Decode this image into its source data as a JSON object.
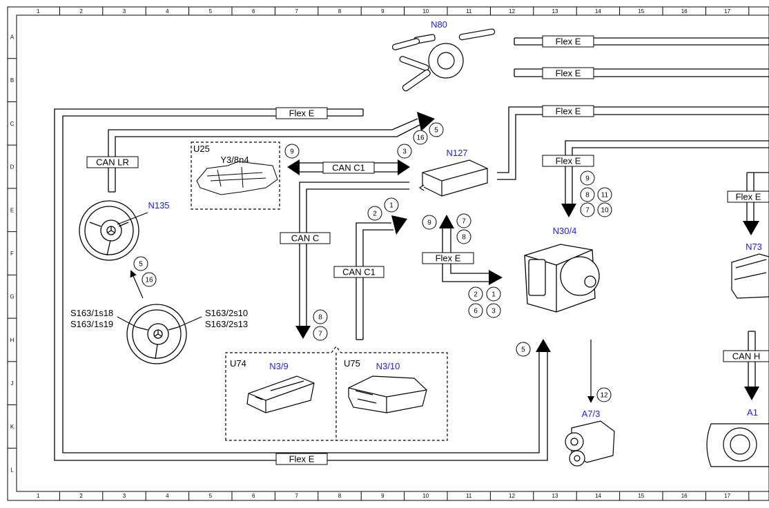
{
  "grid": {
    "columns": [
      "1",
      "2",
      "3",
      "4",
      "5",
      "6",
      "7",
      "8",
      "9",
      "10",
      "11",
      "12",
      "13",
      "14",
      "15",
      "16",
      "17"
    ],
    "rows": [
      "A",
      "B",
      "C",
      "D",
      "E",
      "F",
      "G",
      "H",
      "J",
      "K",
      "L"
    ]
  },
  "components": {
    "n80": "N80",
    "n127": "N127",
    "n135": "N135",
    "n30_4": "N30/4",
    "n73": "N73",
    "a7_3": "A7/3",
    "a1": "A1",
    "n3_9": "N3/9",
    "n3_10": "N3/10",
    "u25": "U25",
    "u74": "U74",
    "u75": "U75",
    "y3_8n4": "Y3/8n4",
    "s163_1s18": "S163/1s18",
    "s163_1s19": "S163/1s19",
    "s163_2s10": "S163/2s10",
    "s163_2s13": "S163/2s13"
  },
  "bus_labels": {
    "flex_e": "Flex E",
    "flex_e_cut": "Flex E",
    "can_lr": "CAN LR",
    "can_c": "CAN C",
    "can_c1": "CAN C1",
    "can_h_cut": "CAN H"
  },
  "circle_numbers": {
    "c5_top": "5",
    "c16_top": "16",
    "c9_canc1": "9",
    "c3_canc1": "3",
    "c2_top": "2",
    "c1_top": "1",
    "c9_mid": "9",
    "c7_mid": "7",
    "c8_mid": "8",
    "c9_n30": "9",
    "c8_n30": "8",
    "c11_n30": "11",
    "c7_n30": "7",
    "c10_n30": "10",
    "c5_wheel": "5",
    "c16_wheel": "16",
    "c8_cc": "8",
    "c7_cc": "7",
    "c2_fe": "2",
    "c1_fe": "1",
    "c6_fe": "6",
    "c3_fe": "3",
    "c5_bottom": "5",
    "c12": "12"
  }
}
